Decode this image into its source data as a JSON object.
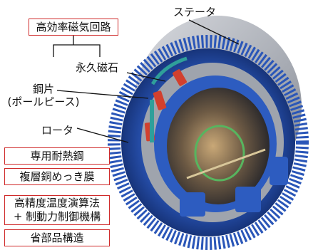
{
  "labels": {
    "stator": "ステータ",
    "magnet": "永久磁石",
    "pole_piece_1": "鋼片",
    "pole_piece_2": "(ポールピース)",
    "rotor": "ロータ"
  },
  "boxes": {
    "magnetic_circuit": "高効率磁気回路",
    "heat_steel": "専用耐熱鋼",
    "plating": "複層銅めっき膜",
    "control_1": "高精度温度演算法",
    "control_2": "+ 制動力制御機構",
    "parts": "省部品構造"
  },
  "colors": {
    "box_border": "#cf2a2a",
    "device_blue": "#2a56b8",
    "stator_gray": "#b9bcc2"
  }
}
